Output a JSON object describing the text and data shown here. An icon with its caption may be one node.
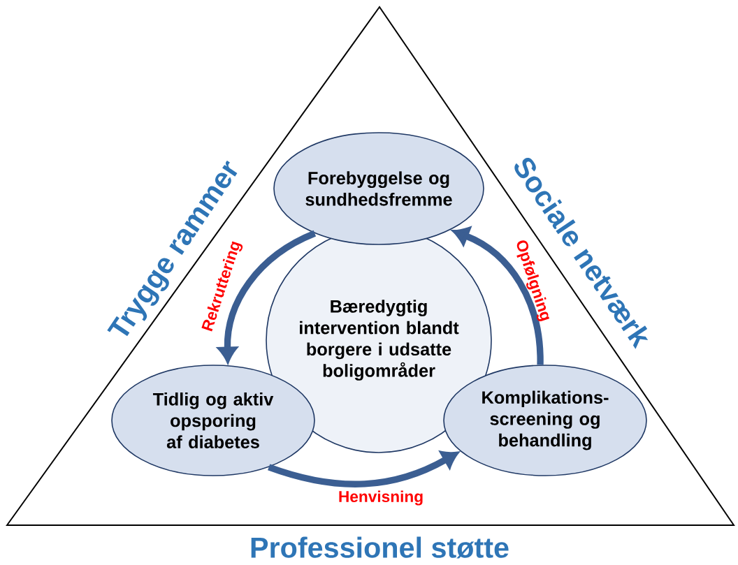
{
  "diagram": {
    "nodes": [
      {
        "text": [
          "Forebyggelse og sundhedsfremme"
        ]
      },
      {
        "text": [
          "Bæredygtig intervention blandt borgere i udsatte boligområder"
        ]
      },
      {
        "text": [
          "Tidlig og aktiv opsporing af diabetes"
        ]
      },
      {
        "text": [
          "Komplikations-screening og behandling"
        ]
      }
    ],
    "edges": [
      {
        "from": 0,
        "to": 2,
        "arrow": "to",
        "label": "Rekruttering"
      },
      {
        "from": 2,
        "to": 3,
        "arrow": "to",
        "label": "Henvisning"
      },
      {
        "from": 3,
        "to": 0,
        "arrow": "to",
        "label": "Opfølgning"
      }
    ],
    "labels": [
      "Trygge rammer",
      "Sociale netværk",
      "Professionel støtte"
    ]
  }
}
